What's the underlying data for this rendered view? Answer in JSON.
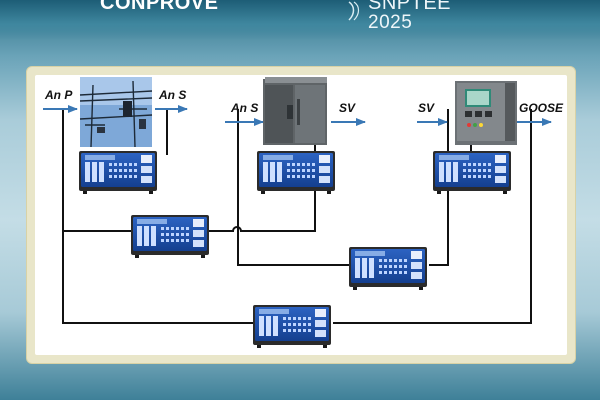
{
  "header": {
    "left_logo": "CONPROVE",
    "right_logo_line1": "SNPTEE",
    "right_logo_line2": "2025"
  },
  "diagram": {
    "labels": {
      "an_p": "An P",
      "an_s_1": "An S",
      "an_s_2": "An S",
      "sv_1": "SV",
      "sv_2": "SV",
      "goose": "GOOSE"
    },
    "colors": {
      "arrow": "#3a78b5",
      "line": "#111111",
      "device_body": "#1f4fa8",
      "device_frame": "#2a2a2a",
      "relay_1": "#6a6f72",
      "relay_2": "#777c80",
      "relay_screen": "#2f8a78"
    },
    "devices": [
      "test-set-1",
      "test-set-2",
      "test-set-3",
      "test-set-4",
      "test-set-5",
      "test-set-6"
    ]
  }
}
